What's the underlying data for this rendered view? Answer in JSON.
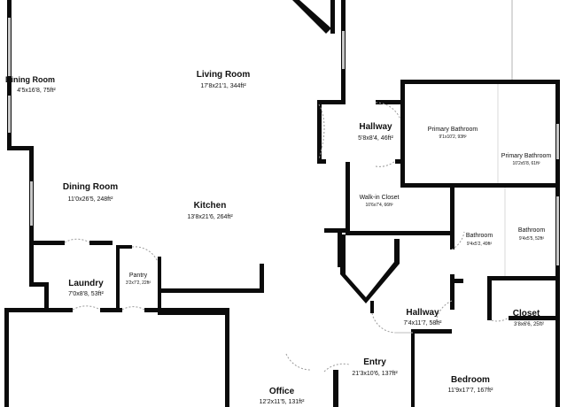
{
  "floorplan": {
    "rooms": [
      {
        "name": "Dining Room",
        "dims": "4'5x16'8, 75ft²"
      },
      {
        "name": "Living Room",
        "dims": "17'8x21'1, 344ft²"
      },
      {
        "name": "Hallway",
        "dims": "5'8x8'4, 46ft²"
      },
      {
        "name": "Primary Bathroom",
        "dims": "9'1x10'2, 93ft²"
      },
      {
        "name": "Primary Bathroom",
        "dims": "10'2x5'8, 61ft²"
      },
      {
        "name": "Dining Room",
        "dims": "11'0x26'5, 248ft²"
      },
      {
        "name": "Kitchen",
        "dims": "13'8x21'6, 264ft²"
      },
      {
        "name": "Walk-in Closet",
        "dims": "10'6x7'4, 66ft²"
      },
      {
        "name": "Bathroom",
        "dims": "9'4x5'2, 49ft²"
      },
      {
        "name": "Bathroom",
        "dims": "9'4x5'5, 52ft²"
      },
      {
        "name": "Laundry",
        "dims": "7'0x8'8, 53ft²"
      },
      {
        "name": "Pantry",
        "dims": "3'2x7'2, 22ft²"
      },
      {
        "name": "Hallway",
        "dims": "7'4x11'7, 58ft²"
      },
      {
        "name": "Closet",
        "dims": "3'8x6'6, 25ft²"
      },
      {
        "name": "Entry",
        "dims": "21'3x10'6, 137ft²"
      },
      {
        "name": "Bedroom",
        "dims": "11'9x17'7, 167ft²"
      },
      {
        "name": "Office",
        "dims": "12'2x11'5, 131ft²"
      }
    ]
  }
}
